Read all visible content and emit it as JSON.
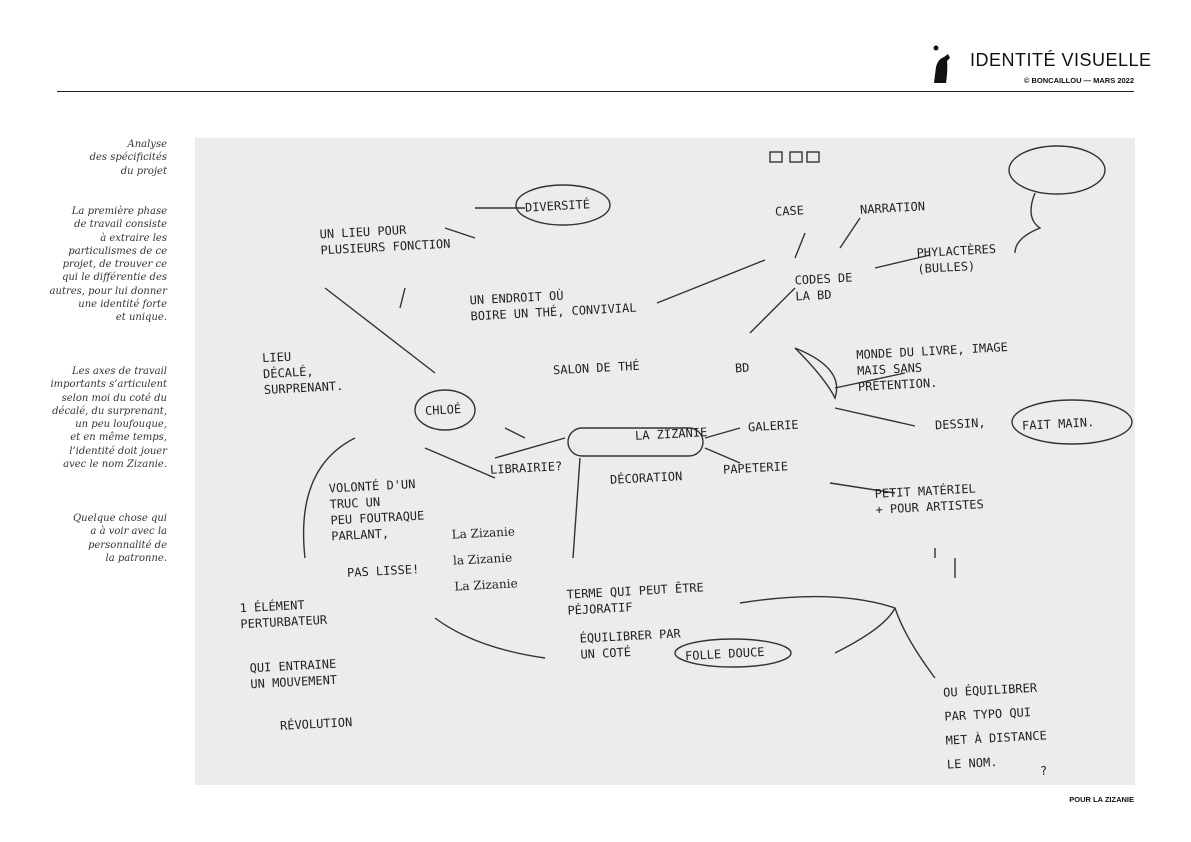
{
  "header": {
    "title": "IDENTITÉ VISUELLE",
    "subtitle": "© BONCAILLOU — MARS 2022"
  },
  "sidebar": {
    "paragraphs": [
      "Analyse\ndes spécificités\ndu projet",
      "La première phase\nde travail consiste\nà extraire les\nparticulismes de ce\nprojet, de trouver ce\nqui le différentie des\nautres, pour lui donner\nune identité forte\net unique.",
      "Les axes de travail\nimportants s’articulent\nselon moi du coté du\ndécalé, du surprenant,\nun peu loufouque,\net en même temps,\nl’identité doit jouer\navec le nom Zizanie.",
      "Quelque chose qui\na à voir avec la\npersonnalité de\nla patronne."
    ]
  },
  "sketch": {
    "center": "LA ZIZANIE",
    "notes": [
      "UN LIEU POUR\nPLUSIEURS FONCTION",
      "DIVERSITÉ",
      "CASE",
      "NARRATION",
      "PHYLACTÈRES\n(BULLES)",
      "CODES DE\nLA BD",
      "UN ENDROIT OÙ\nBOIRE UN THÉ, CONVIVIAL",
      "SALON DE THÉ",
      "BD",
      "MONDE DU LIVRE, IMAGE\nMAIS SANS\nPRÉTENTION.",
      "LIEU\nDÉCALÉ,\nSURPRENANT.",
      "CHLOÉ",
      "GALERIE",
      "DESSIN,",
      "FAIT MAIN.",
      "LIBRAIRIE?",
      "DÉCORATION",
      "PAPETERIE",
      "VOLONTÉ D'UN\nTRUC UN\nPEU FOUTRAQUE\nPARLANT,",
      "PAS LISSE!",
      "PETIT MATÉRIEL\n+ POUR ARTISTES",
      "La Zizanie\nla Zizanie\nLa Zizanie",
      "TERME QUI PEUT ÊTRE\nPÉJORATIF",
      "1 ÉLÉMENT\nPERTURBATEUR",
      "QUI ENTRAINE\nUN MOUVEMENT",
      "RÉVOLUTION",
      "ÉQUILIBRER PAR\nUN COTÉ",
      "FOLLE DOUCE",
      "OU ÉQUILIBRER\nPAR TYPO QUI\nMET À DISTANCE\nLE NOM.",
      "?"
    ]
  },
  "footer": {
    "label": "POUR LA ZIZANIE"
  }
}
